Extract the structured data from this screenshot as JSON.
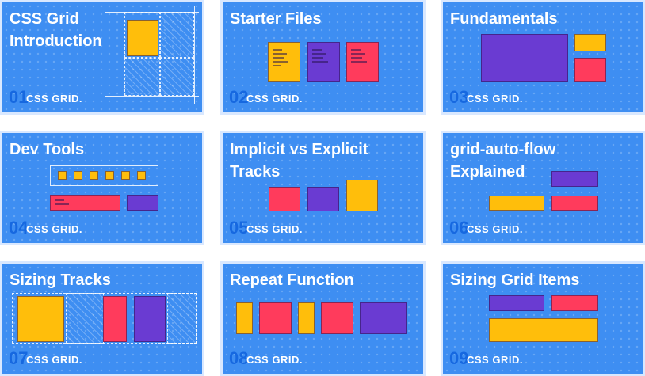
{
  "brand_label": "CSS GRID.",
  "colors": {
    "card_bg": "#3e8ef2",
    "number": "#1668e0",
    "yellow": "#ffbe0b",
    "purple": "#6a3bd2",
    "red": "#ff3b5c"
  },
  "cards": [
    {
      "number": "01",
      "title": "CSS Grid\nIntroduction"
    },
    {
      "number": "02",
      "title": "Starter Files"
    },
    {
      "number": "03",
      "title": "Fundamentals"
    },
    {
      "number": "04",
      "title": "Dev Tools"
    },
    {
      "number": "05",
      "title": "Implicit vs Explicit\nTracks"
    },
    {
      "number": "06",
      "title": "grid-auto-flow\nExplained"
    },
    {
      "number": "07",
      "title": "Sizing Tracks"
    },
    {
      "number": "08",
      "title": "Repeat Function"
    },
    {
      "number": "09",
      "title": "Sizing Grid Items"
    }
  ]
}
